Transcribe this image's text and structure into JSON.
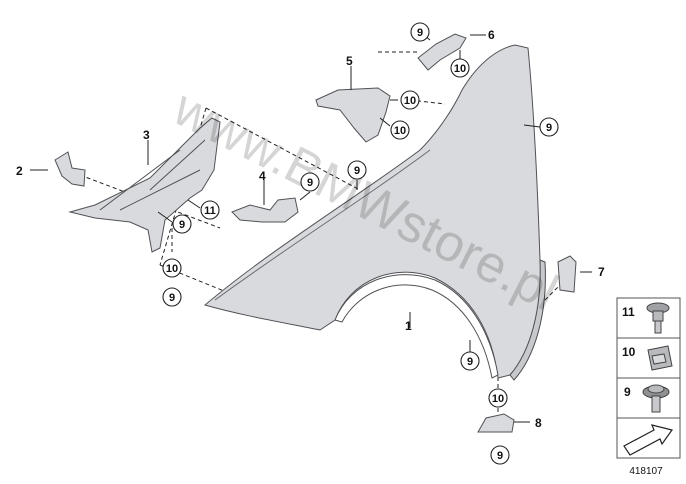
{
  "watermark": "www.BMWstore.pl",
  "document_number": "418107",
  "part_labels": {
    "p1": "1",
    "p2": "2",
    "p3": "3",
    "p4": "4",
    "p5": "5",
    "p6": "6",
    "p7": "7",
    "p8": "8"
  },
  "callouts": {
    "c9_top": "9",
    "c10_top": "10",
    "c10_mid5": "10",
    "c10_low5": "10",
    "c9_fender_right": "9",
    "c9_center": "9",
    "c9_part4": "9",
    "c11_part3": "11",
    "c9_part3": "9",
    "c10_left_low": "10",
    "c9_left_low": "9",
    "c9_lower_right": "9",
    "c10_bottom": "10",
    "c9_bottom": "9"
  },
  "legend": {
    "items": [
      {
        "number": "11",
        "icon": "screw-icon"
      },
      {
        "number": "10",
        "icon": "clip-nut-icon"
      },
      {
        "number": "9",
        "icon": "collar-screw-icon"
      }
    ],
    "arrow_icon": "arrow-icon"
  }
}
